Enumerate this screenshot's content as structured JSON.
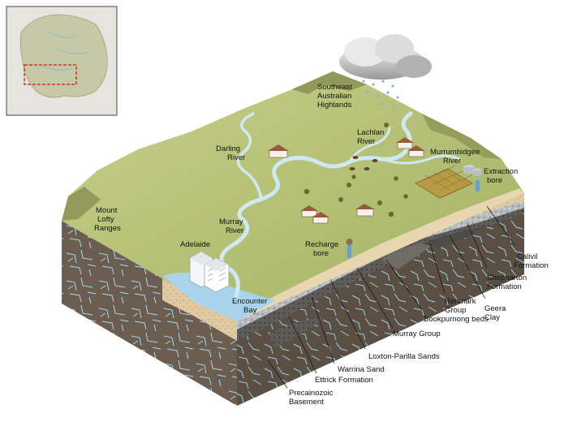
{
  "colors": {
    "land": "#aab66a",
    "land_light": "#c4cc86",
    "mountain": "#8a8f52",
    "river": "#cfe8f2",
    "water": "#a9d3ea",
    "rock_front": "#6b5e50",
    "rock_side": "#5b4f43",
    "fracture": "#a7d8ef",
    "sand": "#e3c9a0",
    "gravel": "#bfc2c4",
    "clay": "#7f7c78",
    "inset_frame": "#444444"
  },
  "labels": {
    "highlands": [
      "Southeast",
      "Australian",
      "Highlands"
    ],
    "lachlan": [
      "Lachlan",
      "River"
    ],
    "darling": [
      "Darling",
      "River"
    ],
    "murrumbidgee": [
      "Murrumbidgee",
      "River"
    ],
    "extraction": [
      "Extraction",
      "bore"
    ],
    "lofty": [
      "Mount",
      "Lofty",
      "Ranges"
    ],
    "murray": [
      "Murray",
      "River"
    ],
    "adelaide": "Adelaide",
    "recharge": [
      "Recharge",
      "bore"
    ],
    "encounter": [
      "Encounter",
      "Bay"
    ],
    "calivil": [
      "Calivil",
      "Formation"
    ],
    "shepparton": [
      "Shepparton",
      "Formation"
    ],
    "geera": [
      "Geera",
      "Clay"
    ],
    "renmark": [
      "Renmark",
      "Group"
    ],
    "bookpurnong": "Bookpurnong beds",
    "murray_group": "Murray Group",
    "loxton": "Loxton-Parilla Sands",
    "warrina": "Warrina Sand",
    "ettrick": "Ettrick Formation",
    "basement": [
      "Precainozoic",
      "Basement"
    ]
  }
}
